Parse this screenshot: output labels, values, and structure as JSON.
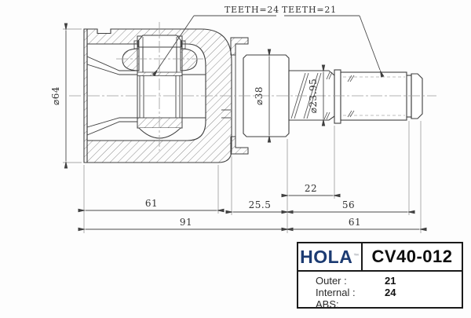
{
  "drawing": {
    "labels": {
      "teeth_inner": "TEETH=24",
      "teeth_outer": "TEETH=21",
      "dia_housing": "⌀64",
      "dia_flange": "⌀38",
      "dia_spline": "⌀23.95",
      "dim_housing_len": "61",
      "dim_boot_gap": "25.5",
      "dim_spline_len": "22",
      "dim_shaft_to_groove": "56",
      "dim_overall_left": "91",
      "dim_shaft_len": "61"
    }
  },
  "title_block": {
    "brand": "HOLA",
    "trademark": "™",
    "part_number": "CV40-012",
    "colors": {
      "brand": "#1c3b72",
      "part_number": "#0d0d0d"
    },
    "specs": [
      {
        "label": "Outer :",
        "value": "21"
      },
      {
        "label": "Internal :",
        "value": "24"
      },
      {
        "label": "ABS:",
        "value": ""
      }
    ]
  }
}
